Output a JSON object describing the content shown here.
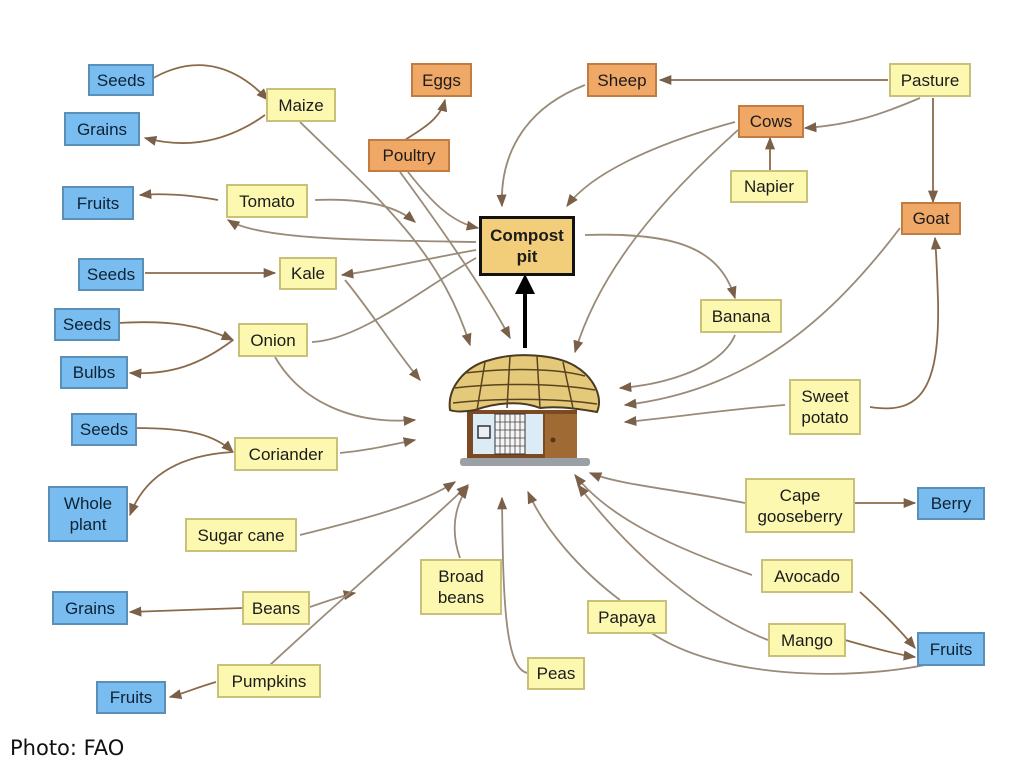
{
  "diagram": {
    "title": "Farm resource flow diagram",
    "colors": {
      "crop": "#fdf8b0",
      "product": "#79bdf0",
      "animal": "#f0a866",
      "compost": "#f2cd7a",
      "edge": "#9a8a78",
      "edge_strong": "#8b6a4a",
      "house_arrow": "#000000"
    },
    "center": {
      "name": "Homestead (house)",
      "icon": "house-icon"
    },
    "nodes": [
      {
        "id": "seeds1",
        "label": "Seeds",
        "type": "product"
      },
      {
        "id": "grains1",
        "label": "Grains",
        "type": "product"
      },
      {
        "id": "maize",
        "label": "Maize",
        "type": "crop"
      },
      {
        "id": "eggs",
        "label": "Eggs",
        "type": "animal"
      },
      {
        "id": "poultry",
        "label": "Poultry",
        "type": "animal"
      },
      {
        "id": "sheep",
        "label": "Sheep",
        "type": "animal"
      },
      {
        "id": "pasture",
        "label": "Pasture",
        "type": "crop"
      },
      {
        "id": "cows",
        "label": "Cows",
        "type": "animal"
      },
      {
        "id": "napier",
        "label": "Napier",
        "type": "crop"
      },
      {
        "id": "goat",
        "label": "Goat",
        "type": "animal"
      },
      {
        "id": "fruits1",
        "label": "Fruits",
        "type": "product"
      },
      {
        "id": "tomato",
        "label": "Tomato",
        "type": "crop"
      },
      {
        "id": "compost",
        "label": "Compost\npit",
        "type": "compost"
      },
      {
        "id": "seeds2",
        "label": "Seeds",
        "type": "product"
      },
      {
        "id": "kale",
        "label": "Kale",
        "type": "crop"
      },
      {
        "id": "banana",
        "label": "Banana",
        "type": "crop"
      },
      {
        "id": "seeds3",
        "label": "Seeds",
        "type": "product"
      },
      {
        "id": "bulbs",
        "label": "Bulbs",
        "type": "product"
      },
      {
        "id": "onion",
        "label": "Onion",
        "type": "crop"
      },
      {
        "id": "sweetpotato",
        "label": "Sweet\npotato",
        "type": "crop"
      },
      {
        "id": "seeds4",
        "label": "Seeds",
        "type": "product"
      },
      {
        "id": "coriander",
        "label": "Coriander",
        "type": "crop"
      },
      {
        "id": "wholeplant",
        "label": "Whole\nplant",
        "type": "product"
      },
      {
        "id": "sugarcane",
        "label": "Sugar cane",
        "type": "crop"
      },
      {
        "id": "capegoose",
        "label": "Cape\ngooseberry",
        "type": "crop"
      },
      {
        "id": "berry",
        "label": "Berry",
        "type": "product"
      },
      {
        "id": "avocado",
        "label": "Avocado",
        "type": "crop"
      },
      {
        "id": "broadbeans",
        "label": "Broad\nbeans",
        "type": "crop"
      },
      {
        "id": "grains2",
        "label": "Grains",
        "type": "product"
      },
      {
        "id": "beans",
        "label": "Beans",
        "type": "crop"
      },
      {
        "id": "papaya",
        "label": "Papaya",
        "type": "crop"
      },
      {
        "id": "mango",
        "label": "Mango",
        "type": "crop"
      },
      {
        "id": "fruits2",
        "label": "Fruits",
        "type": "product"
      },
      {
        "id": "pumpkins",
        "label": "Pumpkins",
        "type": "crop"
      },
      {
        "id": "peas",
        "label": "Peas",
        "type": "crop"
      },
      {
        "id": "fruits3",
        "label": "Fruits",
        "type": "product"
      }
    ],
    "edges": [
      [
        "seeds1",
        "maize"
      ],
      [
        "maize",
        "grains1"
      ],
      [
        "maize",
        "house"
      ],
      [
        "poultry",
        "eggs"
      ],
      [
        "poultry",
        "compost"
      ],
      [
        "poultry",
        "house"
      ],
      [
        "pasture",
        "sheep"
      ],
      [
        "pasture",
        "cows"
      ],
      [
        "pasture",
        "goat"
      ],
      [
        "napier",
        "cows"
      ],
      [
        "sheep",
        "compost"
      ],
      [
        "cows",
        "compost"
      ],
      [
        "cows",
        "house"
      ],
      [
        "goat",
        "house"
      ],
      [
        "tomato",
        "fruits1"
      ],
      [
        "tomato",
        "house"
      ],
      [
        "compost",
        "tomato"
      ],
      [
        "compost",
        "kale"
      ],
      [
        "compost",
        "banana"
      ],
      [
        "seeds2",
        "kale"
      ],
      [
        "kale",
        "house"
      ],
      [
        "banana",
        "house"
      ],
      [
        "seeds3",
        "onion"
      ],
      [
        "onion",
        "bulbs"
      ],
      [
        "onion",
        "compost"
      ],
      [
        "onion",
        "house"
      ],
      [
        "sweetpotato",
        "goat"
      ],
      [
        "sweetpotato",
        "house"
      ],
      [
        "seeds4",
        "coriander"
      ],
      [
        "coriander",
        "wholeplant"
      ],
      [
        "coriander",
        "house"
      ],
      [
        "sugarcane",
        "house"
      ],
      [
        "capegoose",
        "berry"
      ],
      [
        "capegoose",
        "house"
      ],
      [
        "avocado",
        "fruits2"
      ],
      [
        "avocado",
        "house"
      ],
      [
        "mango",
        "fruits2"
      ],
      [
        "mango",
        "house"
      ],
      [
        "papaya",
        "fruits2"
      ],
      [
        "papaya",
        "house"
      ],
      [
        "broadbeans",
        "house"
      ],
      [
        "peas",
        "house"
      ],
      [
        "beans",
        "grains2"
      ],
      [
        "beans",
        "house"
      ],
      [
        "pumpkins",
        "fruits3"
      ],
      [
        "pumpkins",
        "house"
      ],
      [
        "house",
        "compost"
      ]
    ]
  },
  "caption": "Photo: FAO"
}
